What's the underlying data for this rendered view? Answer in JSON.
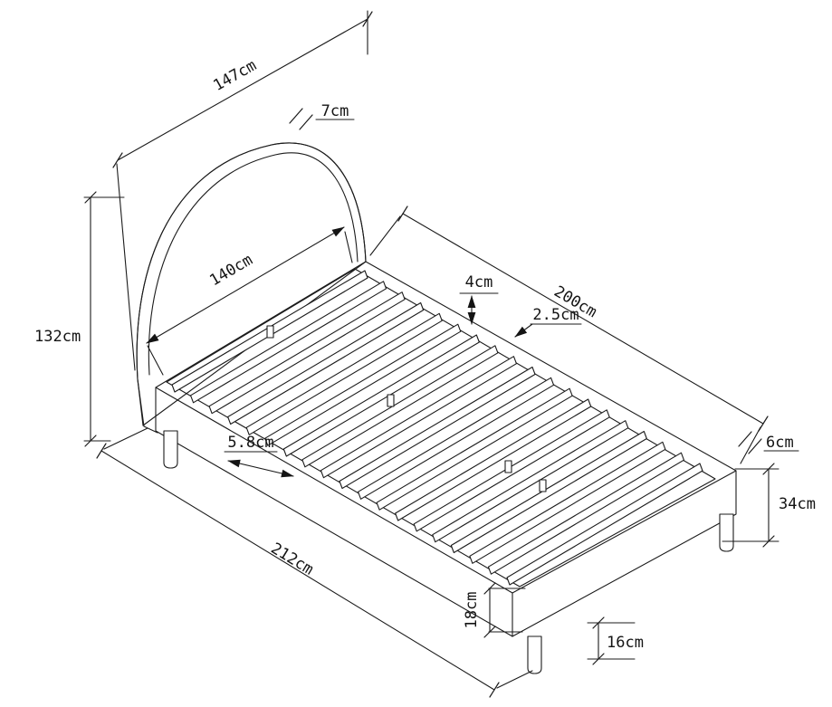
{
  "colors": {
    "ink": "#1b1b1b",
    "background": "#ffffff"
  },
  "drawing": {
    "dimensions": {
      "headboard_width": "147cm",
      "headboard_thickness": "7cm",
      "headboard_height": "132cm",
      "inner_width": "140cm",
      "inner_length": "200cm",
      "slat_width": "4cm",
      "slat_thickness": "2.5cm",
      "slat_spacing": "5.8cm",
      "rail_width": "6cm",
      "platform_height": "34cm",
      "overall_length": "212cm",
      "footboard_height": "18cm",
      "leg_height": "16cm"
    }
  }
}
